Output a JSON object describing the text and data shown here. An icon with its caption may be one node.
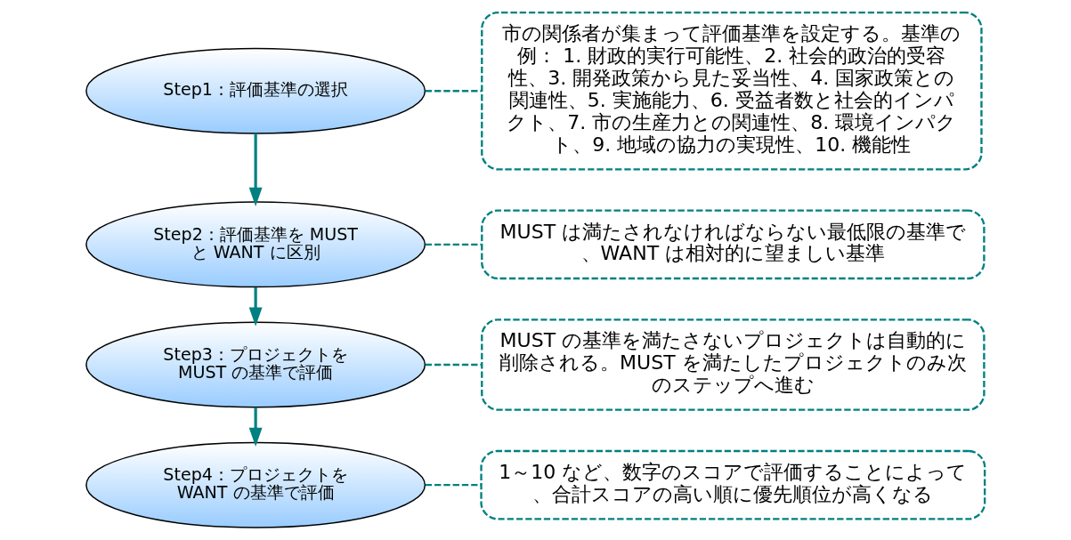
{
  "diagram": {
    "nodes": [
      {
        "text": [
          "Step1：評価基準の選択"
        ]
      },
      {
        "text": [
          "市の関係者が集まって評価基準を設定する。基準の例： 1. 財政的実行可能性、2. 社会的政治的受容性、3. 開発政策から見た妥当性、4. 国家政策との関連性、5. 実施能力、6. 受益者数と社会的インパクト、7. 市の生産力との関連性、8. 環境インパクト、9. 地域の協力の実現性、10. 機能性"
        ]
      },
      {
        "text": [
          "Step2：評価基準を MUST と WANT に区別"
        ]
      },
      {
        "text": [
          "MUST は満たされなければならない最低限の基準で、WANT は相対的に望ましい基準"
        ]
      },
      {
        "text": [
          "Step3：プロジェクトを MUST の基準で評価"
        ]
      },
      {
        "text": [
          "MUST の基準を満たさないプロジェクトは自動的に削除される。MUST を満たしたプロジェクトのみ次のステップへ進む"
        ]
      },
      {
        "text": [
          "Step4：プロジェクトを WANT の基準で評価"
        ]
      },
      {
        "text": [
          "1～10 など、数字のスコアで評価することによって、合計スコアの高い順に優先順位が高くなる"
        ]
      }
    ],
    "edges": [
      {
        "from": 0,
        "to": 2,
        "arrow": "to"
      },
      {
        "from": 2,
        "to": 4,
        "arrow": "to"
      },
      {
        "from": 4,
        "to": 6,
        "arrow": "to"
      },
      {
        "from": 0,
        "to": 1,
        "arrow": "none",
        "style": "dashed"
      },
      {
        "from": 2,
        "to": 3,
        "arrow": "none",
        "style": "dashed"
      },
      {
        "from": 4,
        "to": 5,
        "arrow": "none",
        "style": "dashed"
      },
      {
        "from": 6,
        "to": 7,
        "arrow": "none",
        "style": "dashed"
      }
    ]
  }
}
